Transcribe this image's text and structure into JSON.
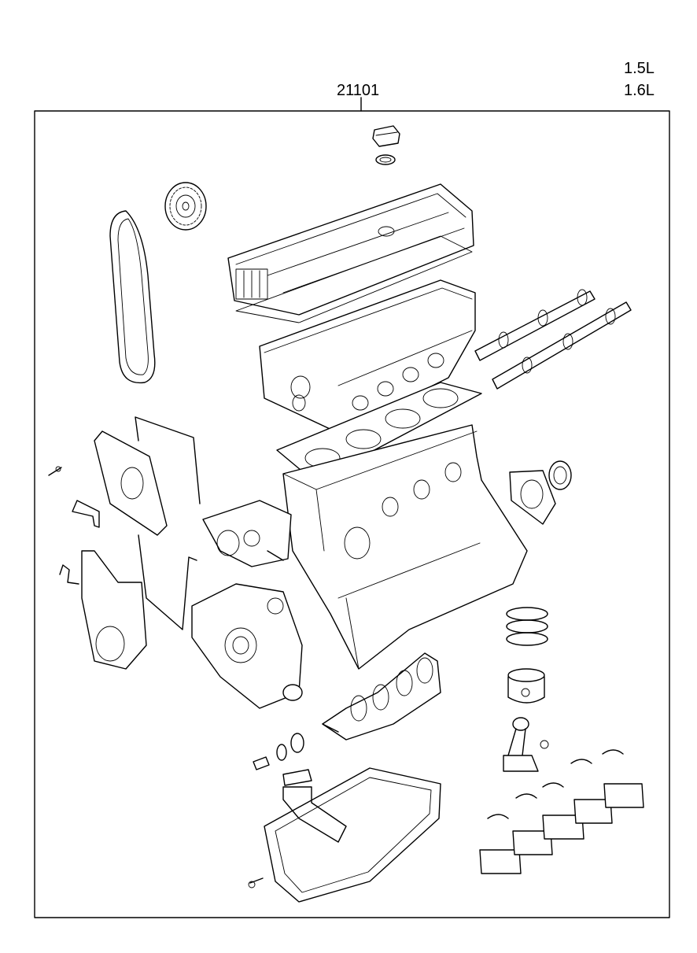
{
  "diagram": {
    "part_number": "21101",
    "displacements": [
      "1.5L",
      "1.6L"
    ]
  },
  "colors": {
    "ink": "#000000",
    "paper": "#ffffff"
  }
}
